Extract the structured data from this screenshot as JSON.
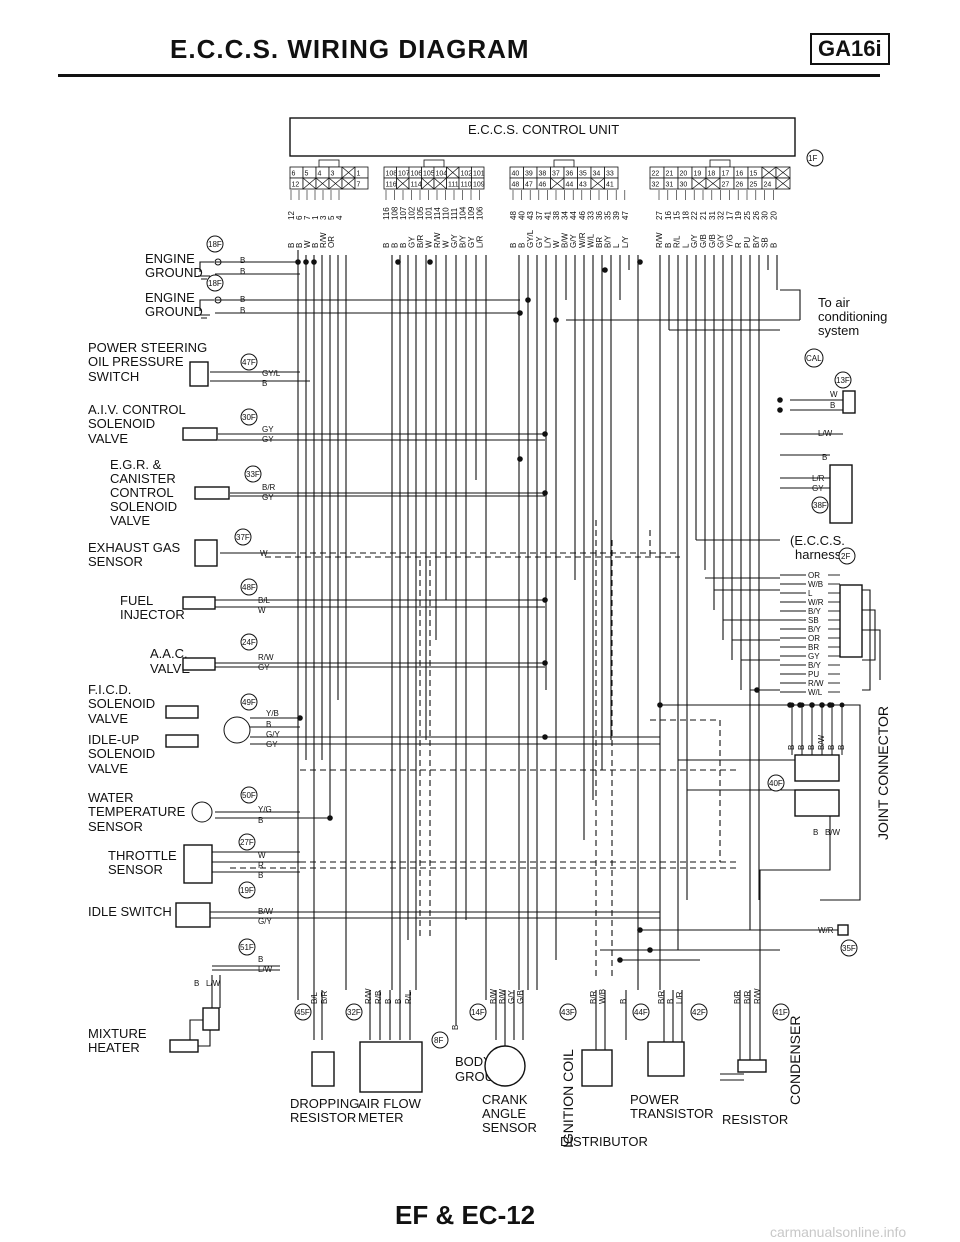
{
  "header": {
    "title": "E.C.C.S. WIRING DIAGRAM",
    "model": "GA16i"
  },
  "footer": {
    "page": "EF & EC-12",
    "watermark": "carmanualsonline.info"
  },
  "ecu": {
    "label": "E.C.C.S. CONTROL UNIT",
    "connector_ref": "1F",
    "connector1_top": [
      "6",
      "5",
      "4",
      "3",
      "",
      "1"
    ],
    "connector1_bottom": [
      "12",
      "",
      "",
      "",
      "",
      "7"
    ],
    "connector2_top": [
      "108",
      "107",
      "106",
      "105",
      "104",
      "",
      "102",
      "101"
    ],
    "connector2_bottom": [
      "116",
      "",
      "114",
      "",
      "",
      "111",
      "110",
      "109"
    ],
    "connector3_top": [
      "40",
      "39",
      "38",
      "37",
      "36",
      "35",
      "34",
      "33"
    ],
    "connector3_bottom": [
      "48",
      "47",
      "46",
      "",
      "44",
      "43",
      "",
      "41"
    ],
    "connector4_top": [
      "22",
      "21",
      "20",
      "19",
      "18",
      "17",
      "16",
      "15",
      "",
      ""
    ],
    "connector4_bottom": [
      "32",
      "31",
      "30",
      "",
      "",
      "27",
      "26",
      "25",
      "24",
      ""
    ]
  },
  "pin_columns": [
    {
      "pins": [
        "12",
        "6",
        "7",
        "1",
        "3",
        "5",
        "4"
      ],
      "colors": [
        "B",
        "B",
        "W",
        "B",
        "R/W",
        "OR",
        ""
      ]
    },
    {
      "pins": [
        "116",
        "108",
        "107",
        "102",
        "105",
        "101",
        "114",
        "110",
        "111",
        "104",
        "109",
        "106"
      ],
      "colors": [
        "B",
        "B",
        "B",
        "GY",
        "B/R",
        "W",
        "R/W",
        "W",
        "G/Y",
        "B/Y",
        "GY",
        "L/R"
      ]
    },
    {
      "pins": [
        "48",
        "40",
        "43",
        "37",
        "41",
        "38",
        "34",
        "44",
        "46",
        "33",
        "36",
        "35",
        "39",
        "47"
      ],
      "colors": [
        "B",
        "B",
        "GY/L",
        "GY",
        "L/Y",
        "W",
        "B/W",
        "G/Y",
        "W/R",
        "W/L",
        "BR",
        "B/Y",
        "L",
        "L/Y"
      ]
    },
    {
      "pins": [
        "27",
        "16",
        "15",
        "18",
        "22",
        "21",
        "31",
        "32",
        "17",
        "19",
        "25",
        "26",
        "30",
        "20"
      ],
      "colors": [
        "R/W",
        "B",
        "R/L",
        "L",
        "G/Y",
        "G/B",
        "G/B",
        "G/Y",
        "Y/G",
        "R",
        "PU",
        "B/Y",
        "SB",
        "B"
      ]
    }
  ],
  "left_components": [
    {
      "name": "ENGINE",
      "name2": "GROUND",
      "tag": "18F",
      "pins": [
        "B",
        "B"
      ]
    },
    {
      "name": "ENGINE",
      "name2": "GROUND",
      "tag": "18F",
      "pins": [
        "B",
        "B"
      ]
    },
    {
      "name": "POWER STEERING",
      "name2": "OIL PRESSURE",
      "name3": "SWITCH",
      "tag": "47F",
      "pins": [
        "GY/L",
        "B"
      ]
    },
    {
      "name": "A.I.V. CONTROL",
      "name2": "SOLENOID",
      "name3": "VALVE",
      "tag": "30F",
      "pins": [
        "GY",
        "GY"
      ]
    },
    {
      "name": "E.G.R. &",
      "name2": "CANISTER",
      "name3": "CONTROL",
      "name4": "SOLENOID",
      "name5": "VALVE",
      "tag": "33F",
      "pins": [
        "B/R",
        "GY"
      ]
    },
    {
      "name": "EXHAUST GAS",
      "name2": "SENSOR",
      "tag": "37F",
      "pins": [
        "W"
      ]
    },
    {
      "name": "FUEL",
      "name2": "INJECTOR",
      "tag": "48F",
      "pins": [
        "B/L",
        "W"
      ]
    },
    {
      "name": "A.A.C.",
      "name2": "VALVE",
      "tag": "24F",
      "pins": [
        "R/W",
        "GY"
      ]
    },
    {
      "name": "F.I.C.D.",
      "name2": "SOLENOID",
      "name3": "VALVE",
      "tag": "49F",
      "pins": [
        "Y/B",
        "B",
        "G/Y",
        "GY"
      ]
    },
    {
      "name": "IDLE-UP",
      "name2": "SOLENOID",
      "name3": "VALVE"
    },
    {
      "name": "WATER",
      "name2": "TEMPERATURE",
      "name3": "SENSOR",
      "tag": "50F",
      "pins": [
        "Y/G",
        "B"
      ]
    },
    {
      "name": "THROTTLE",
      "name2": "SENSOR",
      "tag": "27F",
      "pins": [
        "W",
        "R",
        "B"
      ]
    },
    {
      "name": "IDLE SWITCH",
      "tag": "19F",
      "tag2": "51F",
      "pins": [
        "B/W",
        "G/Y",
        "B",
        "L/W"
      ]
    },
    {
      "name": "MIXTURE",
      "name2": "HEATER",
      "pins": [
        "B",
        "L/W"
      ]
    }
  ],
  "right_components": {
    "air_conditioning": "To air conditioning system",
    "ac_line1": "To air",
    "ac_line2": "conditioning",
    "ac_line3": "system",
    "cal_tag": "CAL",
    "tag_13f": "13F",
    "tag_38f": "38F",
    "harness_line1": "(E.C.C.S.",
    "harness_line2": "harness)",
    "harness_tag": "2F",
    "relay_pins": [
      "W",
      "B",
      "L/W"
    ],
    "block_pins": [
      "B",
      "L/R",
      "GY"
    ],
    "harness_colors": [
      "OR",
      "W/B",
      "L",
      "W/R",
      "B/Y",
      "SB",
      "B/Y",
      "OR",
      "BR",
      "GY",
      "B/Y",
      "PU",
      "R/W",
      "W/L"
    ],
    "joint_connector": "JOINT CONNECTOR",
    "joint_tag": "40F",
    "joint_pins": [
      "B",
      "B",
      "B",
      "B/W",
      "B",
      "B"
    ],
    "joint_low": [
      "B",
      "B/W"
    ],
    "w_r": "W/R",
    "tag_35f": "35F"
  },
  "bottom_components": [
    {
      "name": "DROPPING",
      "name2": "RESISTOR",
      "tag": "45F",
      "pins": [
        "B/L",
        "B/R"
      ]
    },
    {
      "name": "AIR FLOW",
      "name2": "METER",
      "tag": "32F",
      "pins": [
        "R/W",
        "R/B",
        "B",
        "B",
        "R/L"
      ]
    },
    {
      "name": "BODY",
      "name2": "GROUND",
      "tag": "8F",
      "pins": [
        "B"
      ]
    },
    {
      "name": "CRANK",
      "name2": "ANGLE",
      "name3": "SENSOR",
      "tag": "14F",
      "pins": [
        "B/W",
        "B/W",
        "G/Y",
        "G/B"
      ]
    },
    {
      "name": "IGNITION COIL",
      "tag": "43F",
      "pins": [
        "B/R",
        "W/B"
      ]
    },
    {
      "name": "DISTRIBUTOR",
      "tag": "44F",
      "pins": [
        "B"
      ]
    },
    {
      "name": "POWER",
      "name2": "TRANSISTOR",
      "tag": "42F",
      "pins": [
        "B/R",
        "B",
        "L/R"
      ]
    },
    {
      "name": "RESISTOR",
      "tag": "41F",
      "pins": [
        "B/R",
        "B/R",
        "R/W"
      ]
    },
    {
      "name": "CONDENSER"
    }
  ]
}
